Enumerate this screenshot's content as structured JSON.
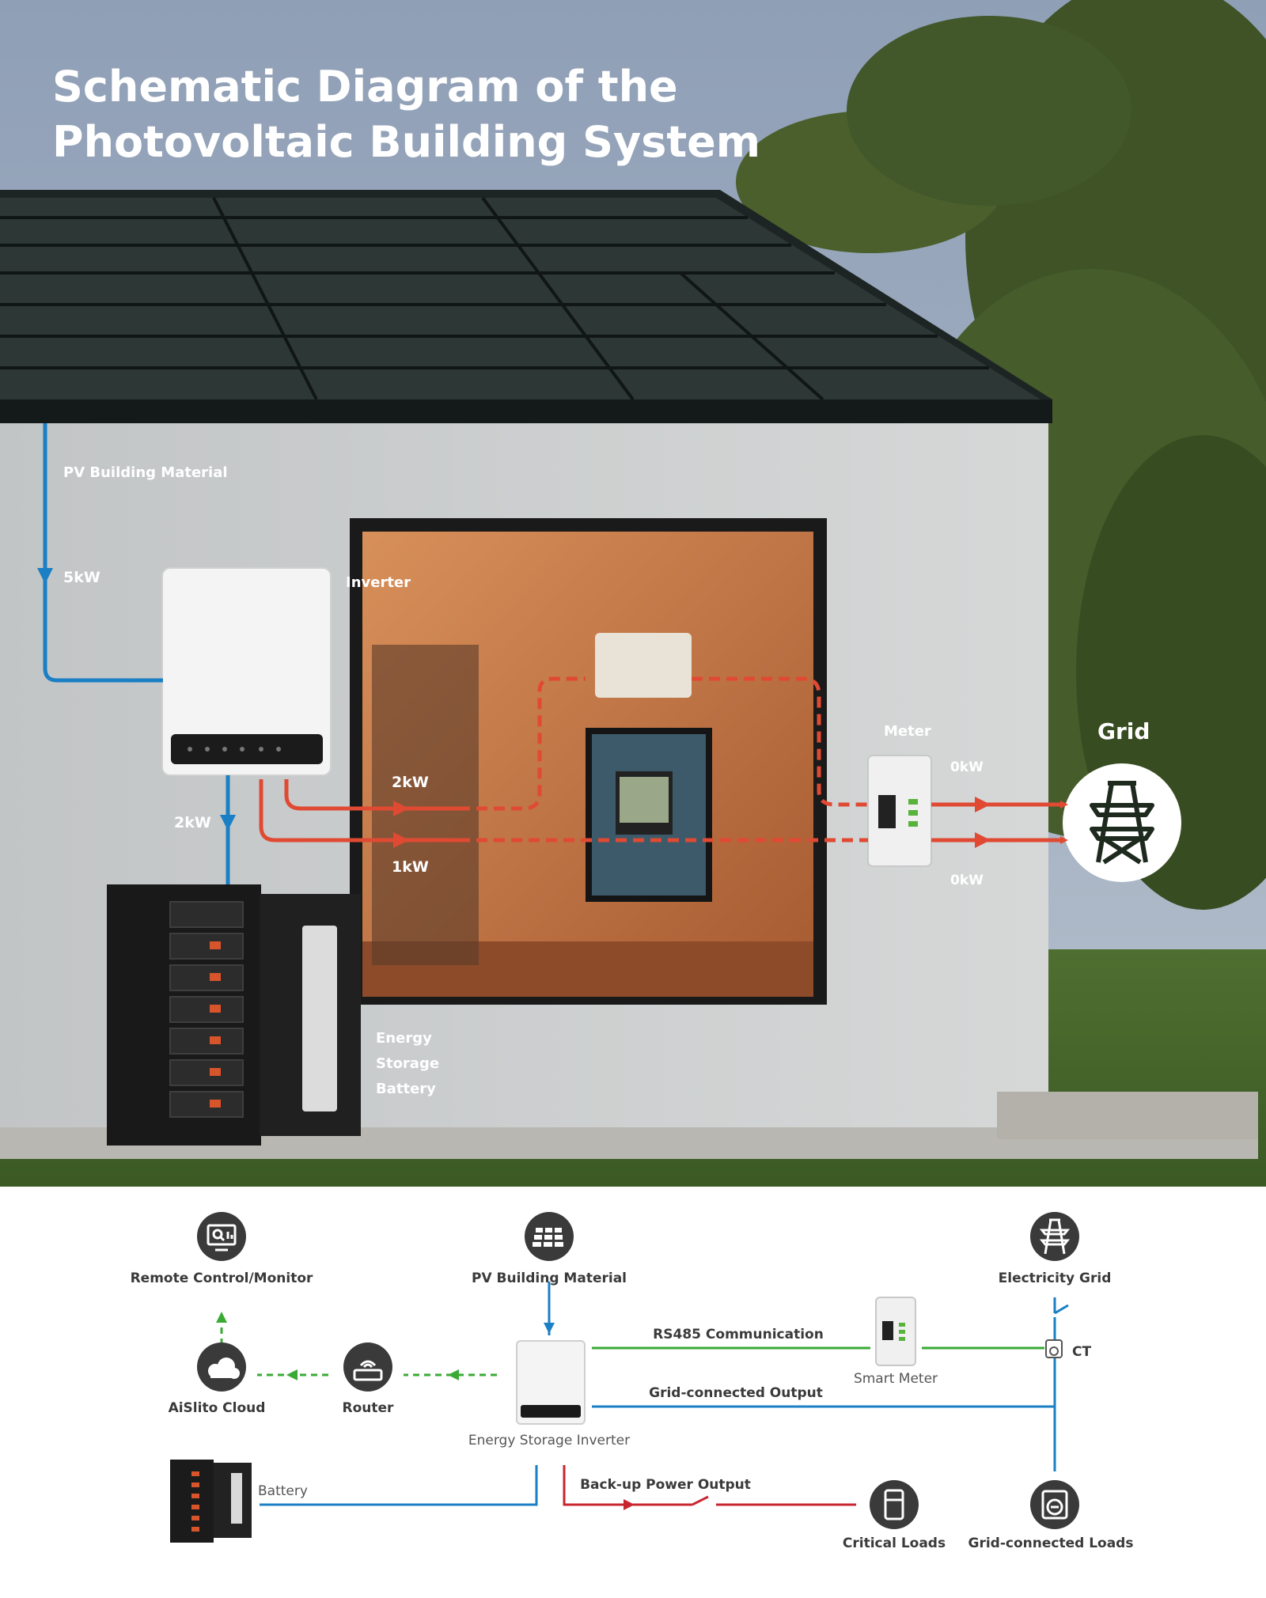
{
  "title": {
    "line1": "Schematic Diagram of the",
    "line2": "Photovoltaic Building System"
  },
  "scene": {
    "labels": {
      "pv_building_material": "PV Building Material",
      "inverter": "Inverter",
      "meter": "Meter",
      "grid": "Grid",
      "energy_storage_line1": "Energy",
      "energy_storage_line2": "Storage",
      "energy_storage_line3": "Battery"
    },
    "flows": {
      "pv_to_inverter": "5kW",
      "inverter_to_battery": "2kW",
      "inverter_to_ac": "2kW",
      "inverter_to_tv": "1kW",
      "meter_upper": "0kW",
      "meter_lower": "0kW"
    }
  },
  "schematic": {
    "remote_control": "Remote Control/Monitor",
    "pv_building_material": "PV Building Material",
    "electricity_grid": "Electricity Grid",
    "aislito_cloud": "AiSlito Cloud",
    "router": "Router",
    "energy_storage_inverter": "Energy Storage Inverter",
    "rs485": "RS485 Communication",
    "smart_meter": "Smart Meter",
    "ct": "CT",
    "grid_connected_output": "Grid-connected Output",
    "battery": "Battery",
    "backup_output": "Back-up Power Output",
    "critical_loads": "Critical Loads",
    "grid_connected_loads": "Grid-connected Loads"
  },
  "colors": {
    "dc_line": "#1a7fc4",
    "ac_line": "#e04a33",
    "comm_line": "#3aaa35",
    "icon_dark": "#3a3a3a"
  }
}
